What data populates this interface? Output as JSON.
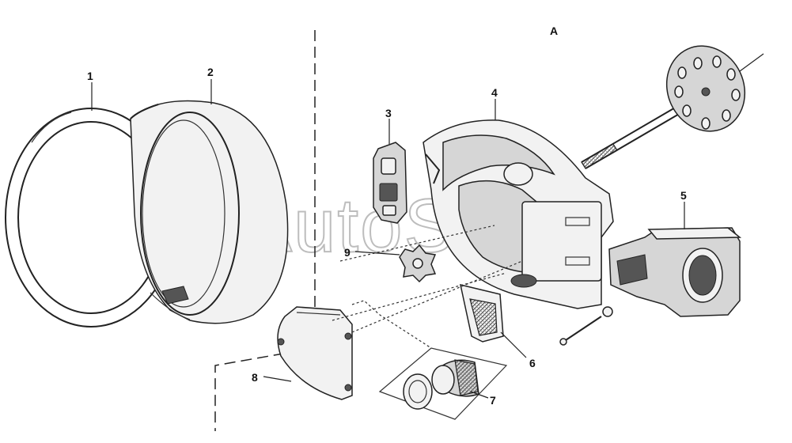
{
  "view_label": "A",
  "watermark": "AutoSoft",
  "callouts": [
    {
      "id": "1",
      "label": "1"
    },
    {
      "id": "2",
      "label": "2"
    },
    {
      "id": "3",
      "label": "3"
    },
    {
      "id": "4",
      "label": "4"
    },
    {
      "id": "5",
      "label": "5"
    },
    {
      "id": "6",
      "label": "6"
    },
    {
      "id": "7",
      "label": "7"
    },
    {
      "id": "8",
      "label": "8"
    },
    {
      "id": "9",
      "label": "9"
    }
  ]
}
